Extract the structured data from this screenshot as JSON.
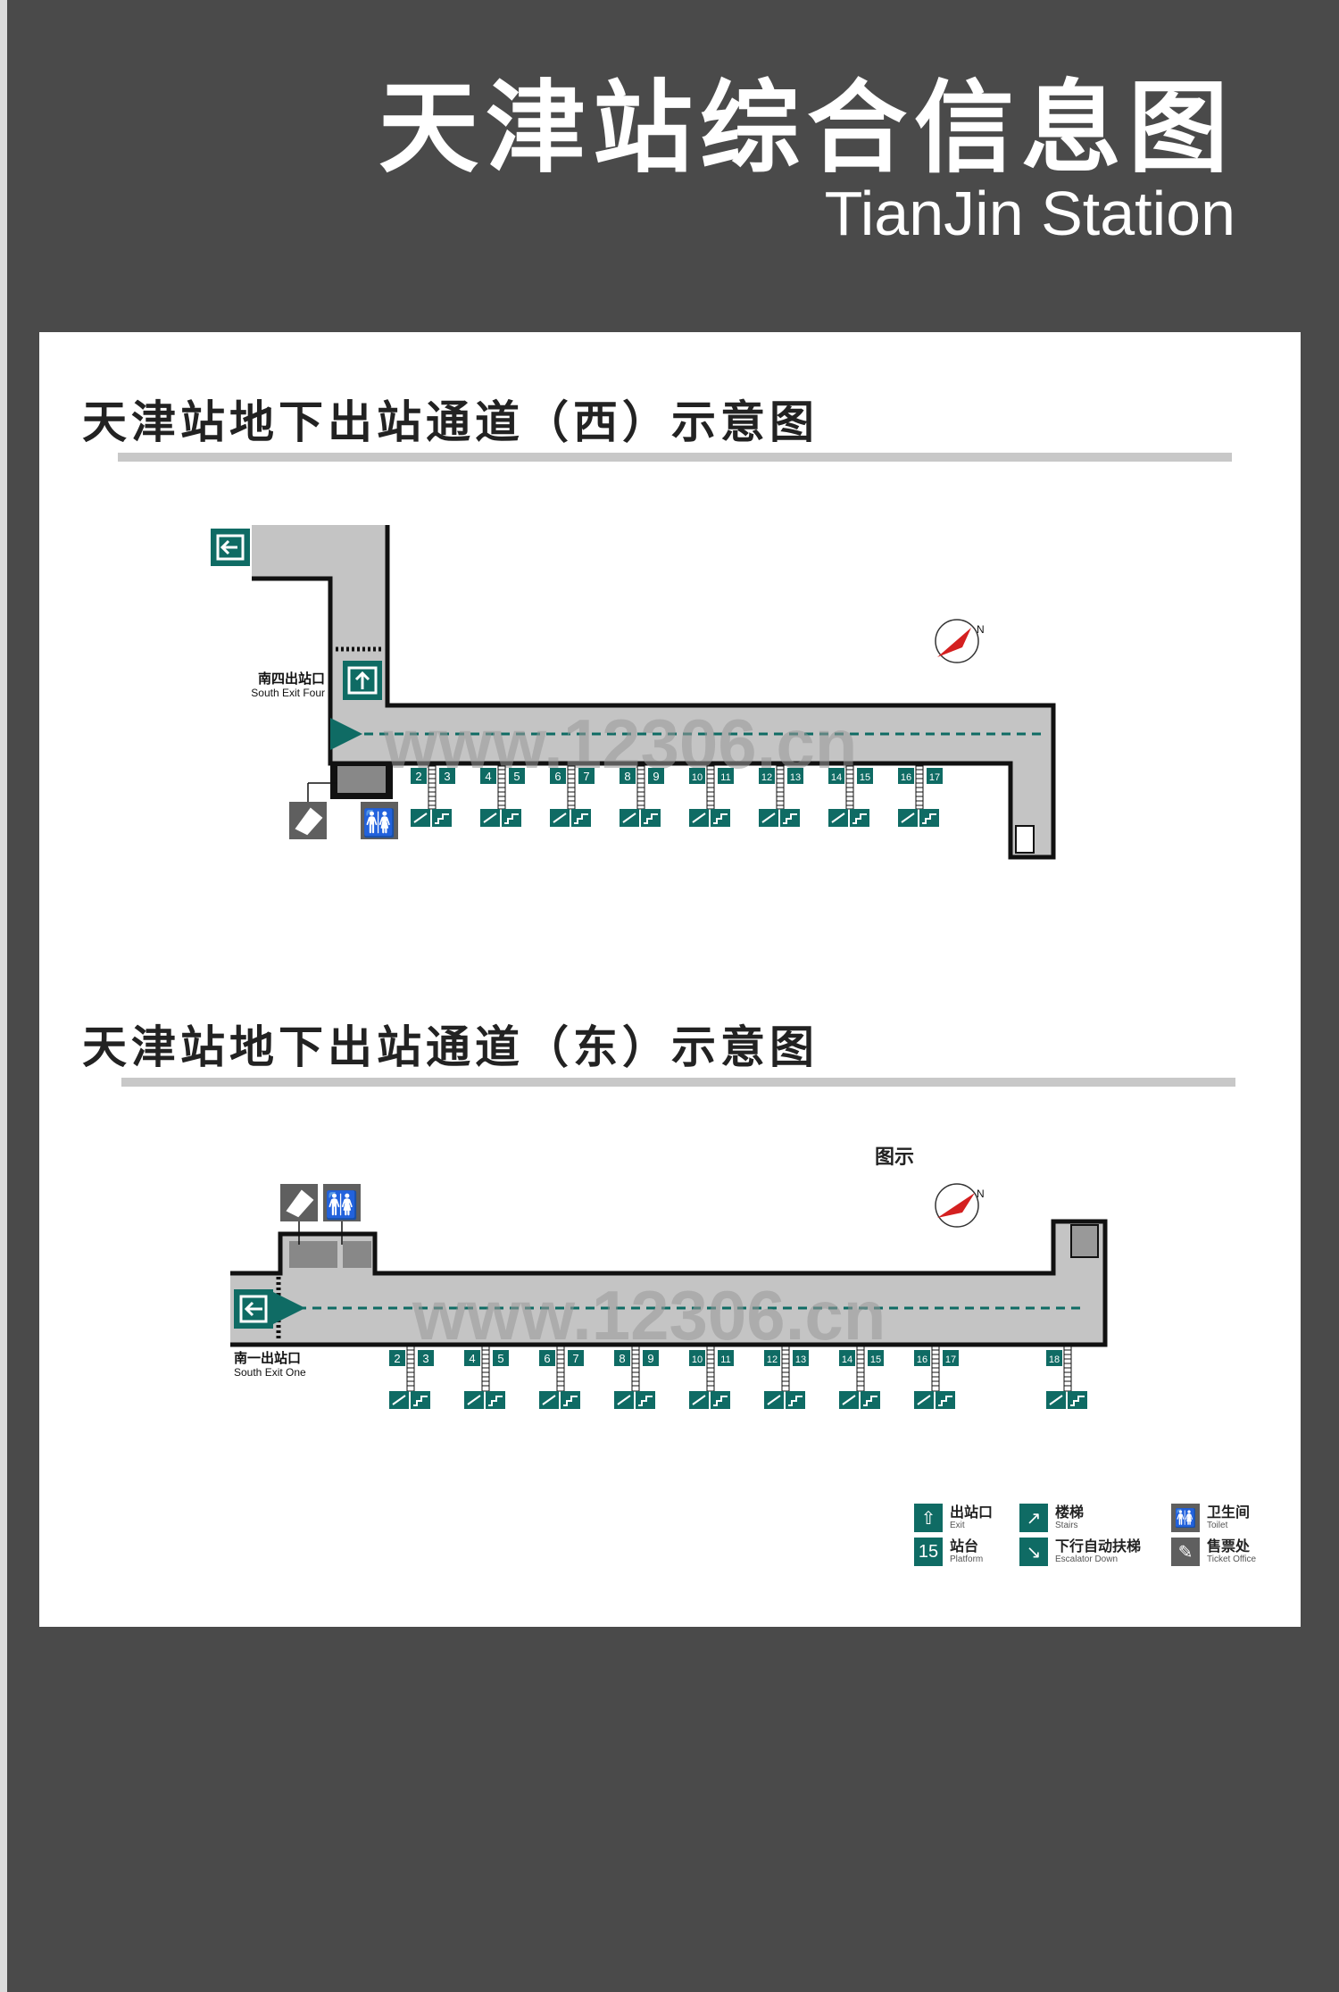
{
  "header": {
    "title": "天津站综合信息图",
    "subtitle": "TianJin Station"
  },
  "west": {
    "title": "天津站地下出站通道（西）示意图",
    "exit_zh": "南四出站口",
    "exit_en": "South Exit Four",
    "platforms": [
      "2",
      "3",
      "4",
      "5",
      "6",
      "7",
      "8",
      "9",
      "10",
      "11",
      "12",
      "13",
      "14",
      "15",
      "16",
      "17"
    ],
    "watermark": "www.12306.cn"
  },
  "east": {
    "title": "天津站地下出站通道（东）示意图",
    "exit_zh": "南一出站口",
    "exit_en": "South Exit One",
    "platforms": [
      "2",
      "3",
      "4",
      "5",
      "6",
      "7",
      "8",
      "9",
      "10",
      "11",
      "12",
      "13",
      "14",
      "15",
      "16",
      "17",
      "18"
    ],
    "watermark": "www.12306.cn"
  },
  "compass_label": "N",
  "legend": {
    "title": "图示",
    "items": [
      {
        "zh": "出站口",
        "en": "Exit",
        "icon": "exit-icon"
      },
      {
        "zh": "楼梯",
        "en": "Stairs",
        "icon": "stairs-icon"
      },
      {
        "zh": "卫生间",
        "en": "Toilet",
        "icon": "toilet-icon"
      },
      {
        "zh": "站台",
        "en": "Platform",
        "icon": "platform-number-icon",
        "sample": "15"
      },
      {
        "zh": "下行自动扶梯",
        "en": "Escalator Down",
        "icon": "escalator-down-icon"
      },
      {
        "zh": "售票处",
        "en": "Ticket Office",
        "icon": "ticket-office-icon"
      }
    ]
  },
  "colors": {
    "teal": "#0f6b64",
    "corridor": "#c4c4c4",
    "background": "#4a4a4a",
    "compass_red": "#d42020"
  }
}
